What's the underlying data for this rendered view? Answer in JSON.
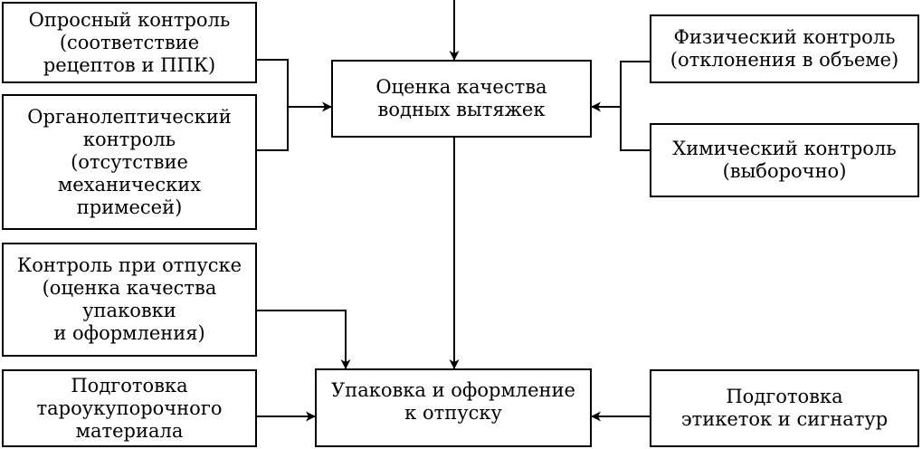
{
  "boxes": {
    "survey_control": [
      "Опросный контроль",
      "(соответствие",
      "рецептов и ППК)"
    ],
    "organoleptic_control": [
      "Органолептический",
      "контроль",
      "(отсутствие",
      "механических",
      "примесей)"
    ],
    "release_control": [
      "Контроль при отпуске",
      "(оценка качества",
      "упаковки",
      "и оформления)"
    ],
    "packaging_material_prep": [
      "Подготовка",
      "тароукупорочного",
      "материала"
    ],
    "quality_assessment": [
      "Оценка качества",
      "водных вытяжек"
    ],
    "packaging_and_labeling": [
      "Упаковка и оформление",
      "к отпуску"
    ],
    "physical_control": [
      "Физический контроль",
      "(отклонения в объеме)"
    ],
    "chemical_control": [
      "Химический контроль",
      "(выборочно)"
    ],
    "label_prep": [
      "Подготовка",
      "этикеток и сигнатур"
    ]
  },
  "colors": {
    "stroke": "#000000",
    "background": "#ffffff"
  }
}
